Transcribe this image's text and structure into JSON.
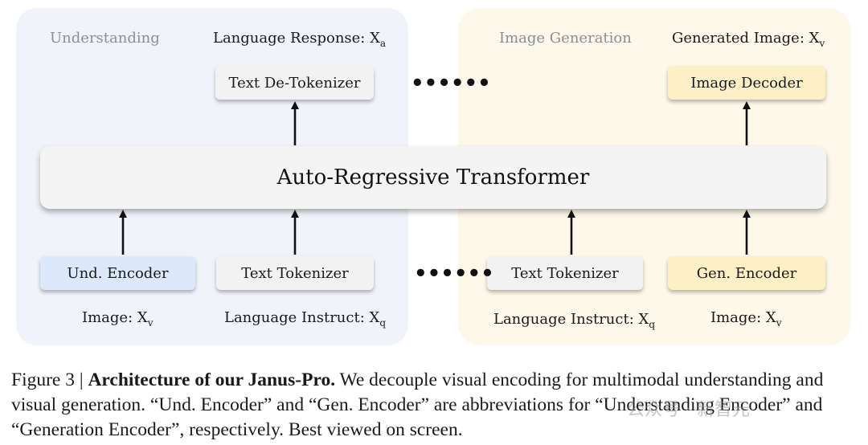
{
  "understanding": {
    "title": "Understanding",
    "output_label": "Language Response: X",
    "output_sub": "a",
    "detokenizer": "Text De-Tokenizer",
    "und_encoder": "Und. Encoder",
    "text_tokenizer": "Text Tokenizer",
    "image_label": "Image: X",
    "image_sub": "v",
    "instruct_label": "Language Instruct: X",
    "instruct_sub": "q"
  },
  "generation": {
    "title": "Image Generation",
    "output_label": "Generated Image: X",
    "output_sub": "v",
    "decoder": "Image Decoder",
    "text_tokenizer": "Text Tokenizer",
    "gen_encoder": "Gen. Encoder",
    "instruct_label": "Language Instruct: X",
    "instruct_sub": "q",
    "image_label": "Image: X",
    "image_sub": "v"
  },
  "transformer": {
    "label": "Auto-Regressive Transformer"
  },
  "ellipsis": "••••••",
  "caption": {
    "prefix": "Figure 3 | ",
    "bold": "Architecture of our Janus-Pro.",
    "text": " We decouple visual encoding for multimodal understanding and visual generation. “Und. Encoder” and “Gen. Encoder” are abbreviations for “Understanding Encoder” and “Generation Encoder”, respectively. Best viewed on screen."
  },
  "watermark": "公众号 · 新智元",
  "colors": {
    "und_panel": "#f1f3fb",
    "gen_panel": "#fdf8ea",
    "und_encoder": "#dde9fb",
    "gen_box": "#fdf0c6",
    "neutral_box": "#f2f2f2"
  }
}
